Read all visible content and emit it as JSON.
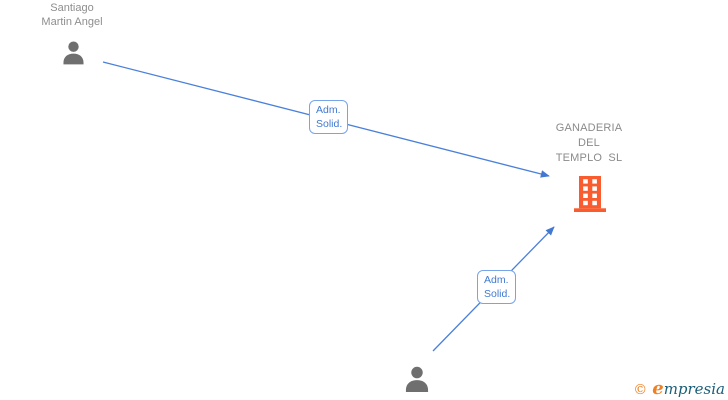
{
  "page": {
    "background": "#ffffff"
  },
  "colors": {
    "edge_line": "#4a80d9",
    "arrowhead": "#4179d2",
    "edge_label_border": "#78a4ea",
    "edge_label_text": "#4179d2",
    "person_icon": "#6f6f6f",
    "person_label_text": "#8e8e8e",
    "company_label_text": "#8a8a8a",
    "building_icon": "#f95c2e",
    "watermark_orange": "#f08122",
    "watermark_blue": "#1b5e79"
  },
  "icons": {
    "person": "person-silhouette",
    "company": "building"
  },
  "nodes": {
    "person_top": {
      "full_name": "Santiago Martin Angel",
      "name_line1": "Santiago",
      "name_line2": "Martin Angel"
    },
    "company": {
      "full_name": "GANADERIA DEL TEMPLO SL",
      "name_line1": "GANADERIA",
      "name_line2": "DEL",
      "name_line3": "TEMPLO SL"
    }
  },
  "edges": {
    "edge1": {
      "label_line1": "Adm.",
      "label_line2": "Solid."
    },
    "edge2": {
      "label_line1": "Adm.",
      "label_line2": "Solid."
    }
  },
  "watermark": {
    "copyright_symbol": "©",
    "brand_initial": "e",
    "brand_rest": "mpresia",
    "brand_full": "empresia"
  }
}
